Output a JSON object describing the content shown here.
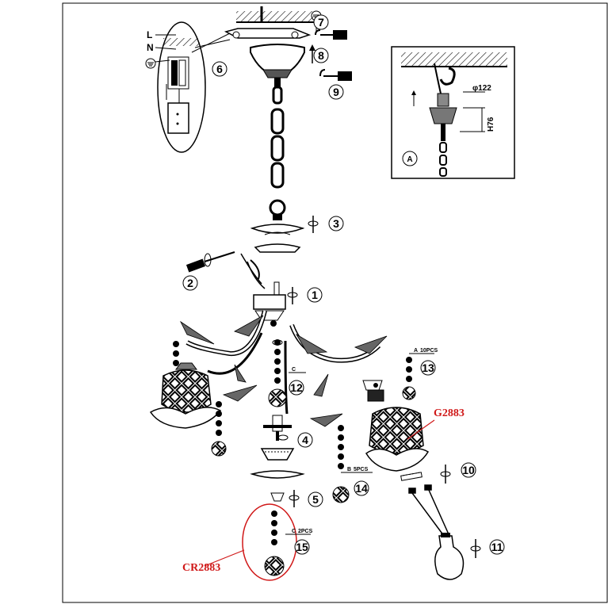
{
  "wiring": {
    "L": "L",
    "N": "N"
  },
  "steps": [
    "1",
    "2",
    "3",
    "4",
    "5",
    "6",
    "7",
    "8",
    "9",
    "10",
    "11",
    "12",
    "13",
    "14",
    "15"
  ],
  "detail": {
    "label": "A",
    "diameter": "φ122",
    "height": "H76"
  },
  "bom": {
    "a": {
      "letter": "A",
      "qty": "10PCS"
    },
    "b": {
      "letter": "B",
      "qty": "5PCS"
    },
    "c": {
      "letter": "C",
      "qty": "2PCS"
    },
    "c_short": "C"
  },
  "parts": {
    "shade": "G2883",
    "crystal": "CR2883"
  },
  "colors": {
    "line": "#000000",
    "callout": "#d01818"
  }
}
